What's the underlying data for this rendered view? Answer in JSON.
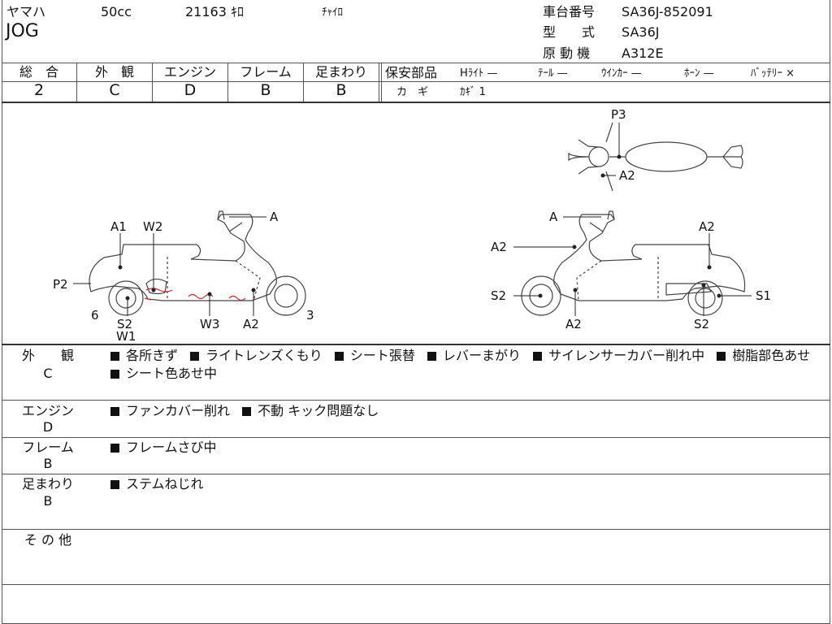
{
  "header": {
    "maker": "ヤマハ",
    "displacement": "50cc",
    "mileage": "21163 ｷﾛ",
    "color": "ﾁｬｲﾛ",
    "model": "JOG",
    "frame_no_label": "車台番号",
    "frame_no_value": "SA36J-852091",
    "type_label": "型　　式",
    "type_value": "SA36J",
    "engine_label": "原 動 機",
    "engine_value": "A312E"
  },
  "grades": {
    "headers": [
      "総　合",
      "外　観",
      "エンジン",
      "フレーム",
      "足まわり"
    ],
    "values": [
      "2",
      "C",
      "D",
      "B",
      "B"
    ]
  },
  "safety": {
    "label": "保安部品",
    "items": [
      {
        "name": "Hﾗｲﾄ",
        "mark": "—"
      },
      {
        "name": "ﾃｰﾙ",
        "mark": "—"
      },
      {
        "name": "ｳｲﾝｶｰ",
        "mark": "—"
      },
      {
        "name": "ﾎｰﾝ",
        "mark": "—"
      },
      {
        "name": "ﾊﾞｯﾃﾘｰ",
        "mark": "×"
      }
    ],
    "key_label": "カ　ギ",
    "key_value": "ｶｷﾞ 1"
  },
  "diagram": {
    "left_labels": [
      "A1",
      "W2",
      "A",
      "P2",
      "6",
      "S2",
      "W1",
      "W3",
      "A2",
      "3"
    ],
    "right_labels": [
      "A",
      "A2",
      "A2",
      "S2",
      "A2",
      "S2",
      "S1"
    ],
    "top_labels": [
      "P3",
      "A2"
    ],
    "colors": {
      "stroke": "#444444",
      "damage": "#c0282d"
    }
  },
  "details": [
    {
      "label": "外　　観",
      "grade": "C",
      "items": [
        "各所きず",
        "ライトレンズくもり",
        "シート張替",
        "レバーまがり",
        "サイレンサーカバー削れ中",
        "樹脂部色あせ",
        "シート色あせ中"
      ]
    },
    {
      "label": "エンジン",
      "grade": "D",
      "items": [
        "ファンカバー削れ",
        "不動 キック問題なし"
      ]
    },
    {
      "label": "フレーム",
      "grade": "B",
      "items": [
        "フレームさび中"
      ]
    },
    {
      "label": "足まわり",
      "grade": "B",
      "items": [
        "ステムねじれ"
      ]
    },
    {
      "label": "そ の 他",
      "grade": "",
      "items": []
    }
  ]
}
